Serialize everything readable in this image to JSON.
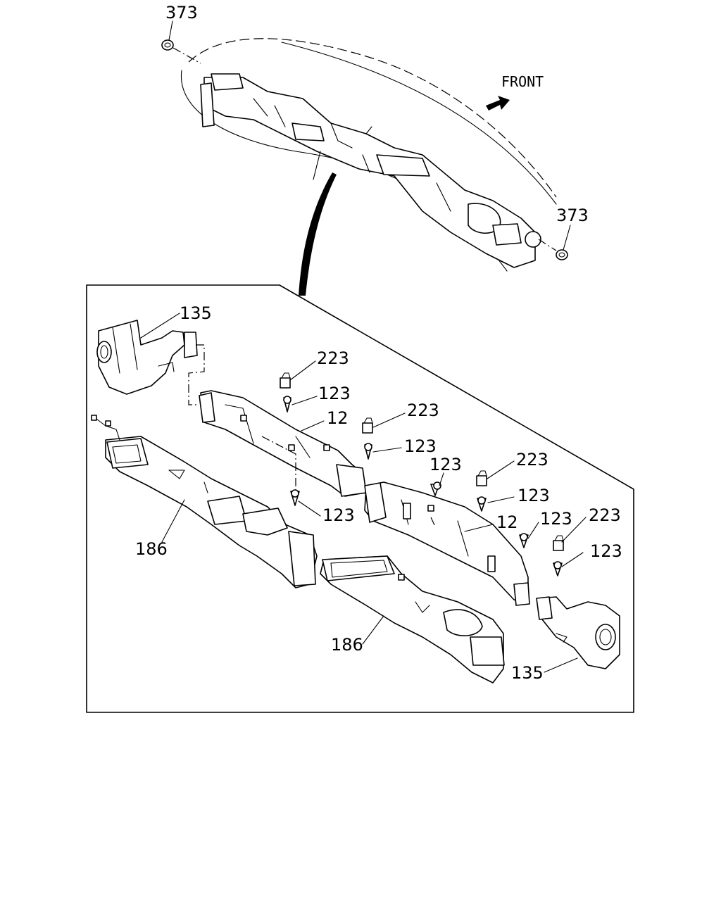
{
  "front_label": "FRONT",
  "callouts": {
    "c373_top": "373",
    "c373_right": "373",
    "c135_top": "135",
    "c223_a": "223",
    "c123_a": "123",
    "c12_a": "12",
    "c223_b": "223",
    "c123_b": "123",
    "c123_c": "123",
    "c123_d": "123",
    "c223_c": "223",
    "c123_e": "123",
    "c12_b": "12",
    "c123_f": "123",
    "c223_d": "223",
    "c123_g": "123",
    "c186_left": "186",
    "c186_bottom": "186",
    "c135_bottom": "135"
  }
}
